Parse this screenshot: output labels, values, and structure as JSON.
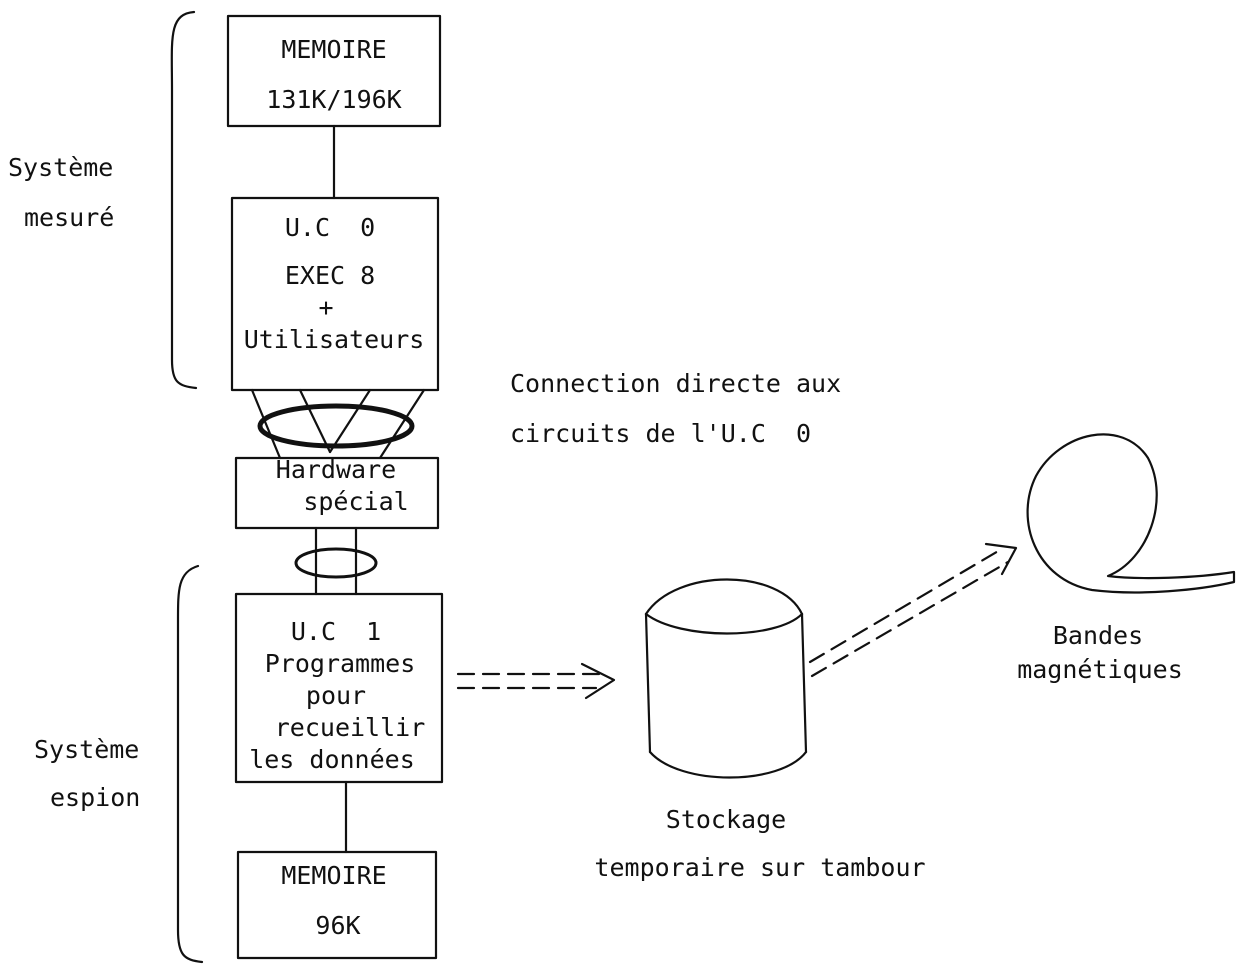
{
  "measured_system": {
    "label_lines": [
      "Système",
      "mesuré"
    ],
    "memory_box": {
      "lines": [
        "MEMOIRE",
        "131K/196K"
      ]
    },
    "cpu_box": {
      "lines": [
        "U.C  0",
        "EXEC 8",
        "+",
        "Utilisateurs"
      ]
    }
  },
  "connection_note": {
    "lines": [
      "Connection directe aux",
      "circuits de l'U.C  0"
    ]
  },
  "special_hardware": {
    "lines": [
      "Hardware",
      "spécial"
    ]
  },
  "spy_system": {
    "label_lines": [
      "Système",
      "espion"
    ],
    "cpu_box": {
      "lines": [
        "U.C  1",
        "Programmes",
        "pour",
        "recueillir",
        "les données"
      ]
    },
    "memory_box": {
      "lines": [
        "MEMOIRE",
        "96K"
      ]
    }
  },
  "drum_storage": {
    "lines": [
      "Stockage",
      "temporaire sur tambour"
    ]
  },
  "magnetic_tapes": {
    "lines": [
      "Bandes",
      "magnétiques"
    ]
  },
  "colors": {
    "ink": "#111111",
    "background": "#ffffff"
  }
}
